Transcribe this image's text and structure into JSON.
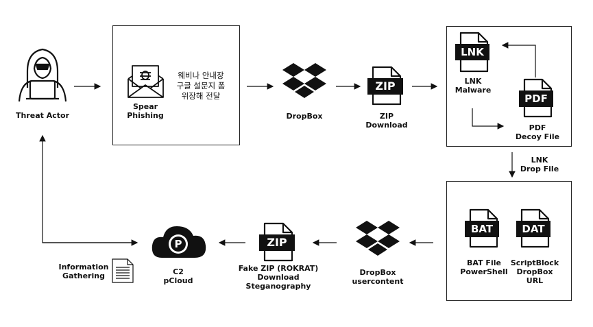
{
  "nodes": {
    "threat_actor": "Threat Actor",
    "spear_phishing": "Spear\nPhishing",
    "korean_desc": "웨비나 안내장\n구글 설문지 폼\n위장해 전달",
    "dropbox": "DropBox",
    "zip_download": "ZIP\nDownload",
    "lnk_malware": "LNK\nMalware",
    "pdf_decoy": "PDF\nDecoy File",
    "lnk_drop": "LNK\nDrop File",
    "bat_file": "BAT File\nPowerShell",
    "scriptblock": "ScriptBlock\nDropBox\nURL",
    "dropbox_uc": "DropBox\nusercontent",
    "fake_zip": "Fake ZIP (ROKRAT)\nDownload\nSteganography",
    "c2": "C2\npCloud",
    "info_gathering": "Information\nGathering"
  },
  "icons": {
    "zip": "ZIP",
    "zip2": "ZIP",
    "lnk": "LNK",
    "pdf": "PDF",
    "bat": "BAT",
    "dat": "DAT",
    "pcloud": "P"
  }
}
